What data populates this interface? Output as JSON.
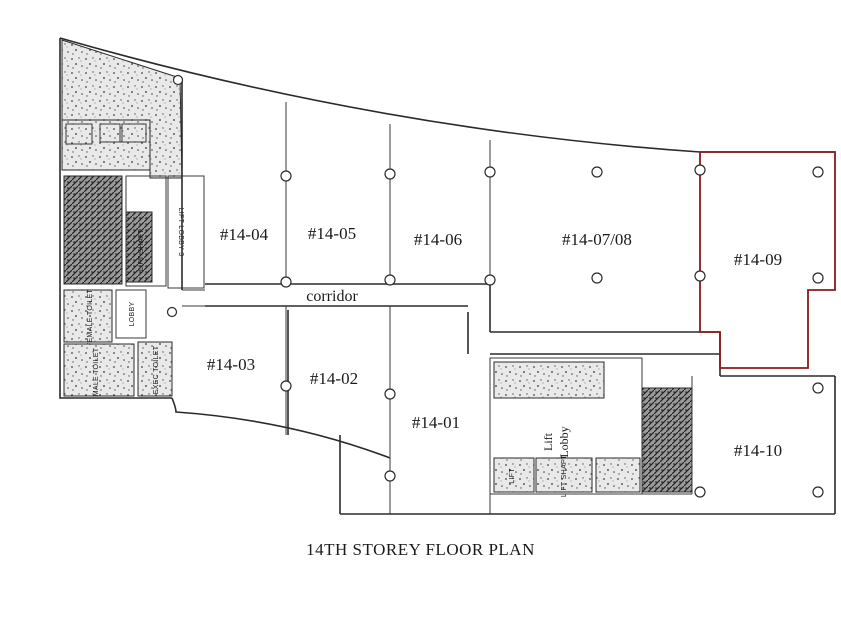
{
  "caption": "14TH STOREY FLOOR PLAN",
  "corridor_label": "corridor",
  "units": {
    "u1404": "#14-04",
    "u1405": "#14-05",
    "u1406": "#14-06",
    "u1407": "#14-07/08",
    "u1409": "#14-09",
    "u1403": "#14-03",
    "u1402": "#14-02",
    "u1401": "#14-01",
    "u1410": "#14-10"
  },
  "core_labels": {
    "lift_shaft": "LIFT SHAFT",
    "lift_lobby_3": "LIFT LOBBY 3",
    "female_toilet": "FEMALE TOILET",
    "male_toilet": "MALE TOILET",
    "lobby": "LOBBY",
    "exec_toilet": "EXEC TOILET",
    "lift": "LIFT",
    "lift_shaft_b": "LIFT SHAFT",
    "lift_lobby_top": "Lift",
    "lift_lobby_bottom": "Lobby"
  },
  "colors": {
    "highlight_unit": "#8b1a1a",
    "line": "#2b2b2b"
  }
}
